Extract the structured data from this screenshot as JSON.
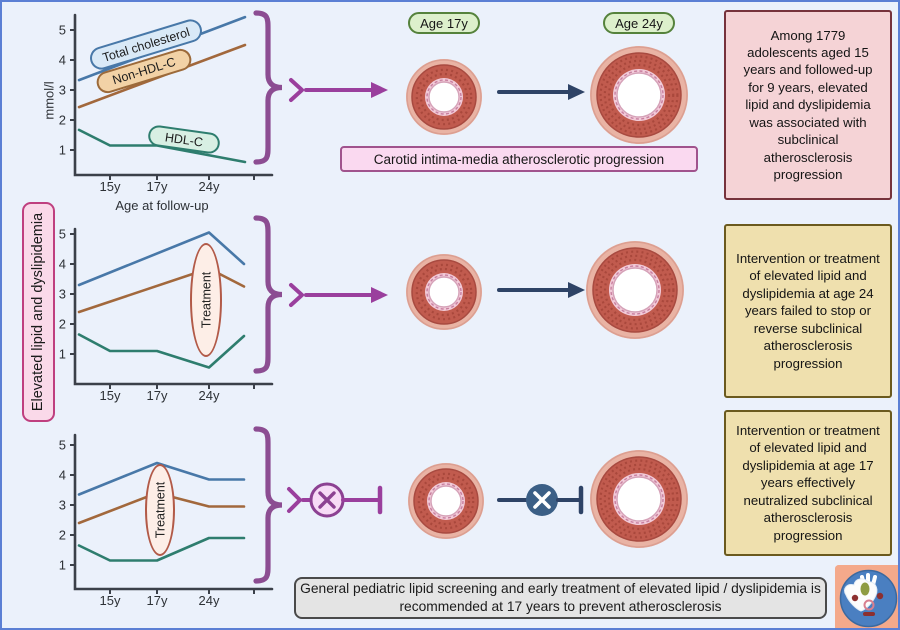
{
  "page": {
    "background": "#ebf1fb",
    "border_color": "#5b7fd4"
  },
  "sidebar": {
    "label": "Elevated lipid and dyslipidemia",
    "fill": "#fad9e9",
    "border": "#bf3f7f"
  },
  "charts": [
    {
      "name": "baseline-lipid-trajectory",
      "type": "line",
      "ylabel": "mmol/l",
      "xlabel": "Age at follow-up",
      "yticks": [
        "5",
        "4",
        "3",
        "2",
        "1"
      ],
      "xticks": [
        "15y",
        "17y",
        "24y"
      ],
      "series": [
        {
          "name": "Total cholesterol",
          "color": "#4878a8",
          "points": [
            [
              "start",
              3.33
            ],
            [
              "end",
              5.43
            ]
          ]
        },
        {
          "name": "Non-HDL-C",
          "color": "#a2683c",
          "points": [
            [
              "start",
              2.43
            ],
            [
              "end",
              4.5
            ]
          ]
        },
        {
          "name": "HDL-C",
          "color": "#2e7d6e",
          "points": [
            [
              "start",
              1.67
            ],
            [
              "15y",
              1.15
            ],
            [
              "17y",
              1.15
            ],
            [
              "end",
              0.6
            ]
          ]
        }
      ],
      "line_labels": [
        {
          "text": "Total cholesterol",
          "fill": "#d9e9f7",
          "border": "#4878a8"
        },
        {
          "text": "Non-HDL-C",
          "fill": "#f2d2a6",
          "border": "#9c6a3a"
        },
        {
          "text": "HDL-C",
          "fill": "#d8efe3",
          "border": "#2e7d6e"
        }
      ]
    },
    {
      "name": "treatment-at-24y-trajectory",
      "type": "line",
      "yticks": [
        "5",
        "4",
        "3",
        "2",
        "1"
      ],
      "xticks": [
        "15y",
        "17y",
        "24y"
      ],
      "treatment_label": "Treatment",
      "treatment_at": "24y",
      "series": [
        {
          "name": "Total cholesterol",
          "color": "#4878a8",
          "points": [
            [
              "start",
              3.3
            ],
            [
              "24y",
              5.05
            ],
            [
              "end",
              4.0
            ]
          ]
        },
        {
          "name": "Non-HDL-C",
          "color": "#a2683c",
          "points": [
            [
              "start",
              2.4
            ],
            [
              "24y",
              3.85
            ],
            [
              "end",
              3.25
            ]
          ]
        },
        {
          "name": "HDL-C",
          "color": "#2e7d6e",
          "points": [
            [
              "start",
              1.65
            ],
            [
              "15y",
              1.1
            ],
            [
              "17y",
              1.1
            ],
            [
              "24y",
              0.55
            ],
            [
              "end",
              1.6
            ]
          ]
        }
      ]
    },
    {
      "name": "treatment-at-17y-trajectory",
      "type": "line",
      "yticks": [
        "5",
        "4",
        "3",
        "2",
        "1"
      ],
      "xticks": [
        "15y",
        "17y",
        "24y"
      ],
      "treatment_label": "Treatment",
      "treatment_at": "17y",
      "series": [
        {
          "name": "Total cholesterol",
          "color": "#4878a8",
          "points": [
            [
              "start",
              3.35
            ],
            [
              "17y",
              4.4
            ],
            [
              "24y",
              3.85
            ],
            [
              "end",
              3.85
            ]
          ]
        },
        {
          "name": "Non-HDL-C",
          "color": "#a2683c",
          "points": [
            [
              "start",
              2.4
            ],
            [
              "17y",
              3.4
            ],
            [
              "24y",
              2.95
            ],
            [
              "end",
              2.95
            ]
          ]
        },
        {
          "name": "HDL-C",
          "color": "#2e7d6e",
          "points": [
            [
              "start",
              1.65
            ],
            [
              "15y",
              1.15
            ],
            [
              "17y",
              1.15
            ],
            [
              "24y",
              1.9
            ],
            [
              "end",
              1.9
            ]
          ]
        }
      ]
    }
  ],
  "badges": {
    "age17": "Age 17y",
    "age24": "Age 24y",
    "fill": "#ddf0cc",
    "border": "#55823c"
  },
  "caption": {
    "text": "Carotid intima-media atherosclerotic progression",
    "fill": "#fad9f0",
    "border": "#a0538d"
  },
  "notes": [
    {
      "text": "Among 1779 adolescents aged 15 years and followed-up for 9 years, elevated lipid and dyslipidemia was associated with subclinical atherosclerosis progression",
      "fill": "#f5d3d6",
      "border": "#76323c"
    },
    {
      "text": "Intervention or treatment of elevated lipid and dyslipidemia at age 24 years failed to stop or reverse subclinical atherosclerosis progression",
      "fill": "#efe0ae",
      "border": "#6b5a1e"
    },
    {
      "text": "Intervention or treatment of elevated lipid and dyslipidemia at age 17 years effectively neutralized subclinical atherosclerosis progression",
      "fill": "#efe0ae",
      "border": "#6b5a1e"
    }
  ],
  "footer": {
    "text": "General pediatric lipid screening and early treatment of elevated lipid / dyslipidemia is recommended at 17 years to prevent atherosclerosis",
    "fill": "#e4e4e4",
    "border": "#4a4a4a"
  },
  "colors": {
    "arrow_purple": "#9a3f9d",
    "brace_purple": "#8c4d92",
    "arrow_navy": "#2e4366",
    "artery_wall": "#c15b4e",
    "artery_outer": "#e9b3a4",
    "artery_intima": "#f2cbd9"
  }
}
